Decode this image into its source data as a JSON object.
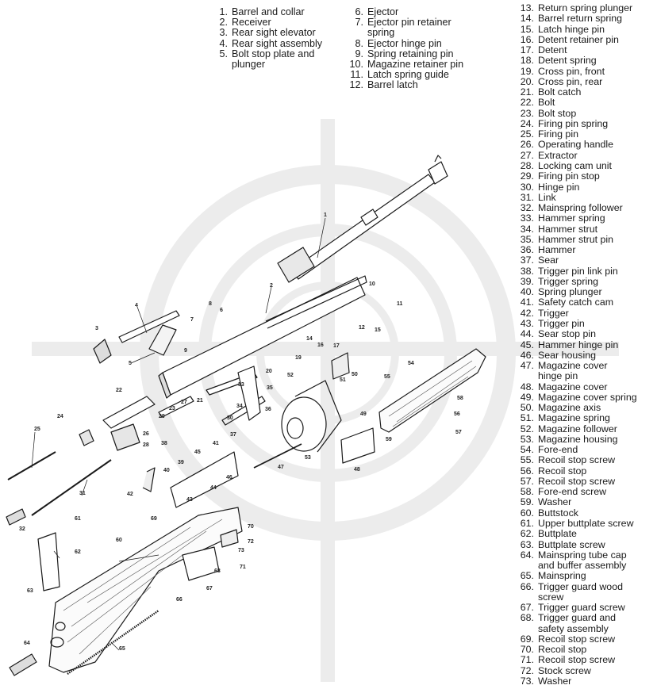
{
  "legend": {
    "col1": [
      {
        "n": "1.",
        "t": "Barrel and collar"
      },
      {
        "n": "2.",
        "t": "Receiver"
      },
      {
        "n": "3.",
        "t": "Rear sight elevator"
      },
      {
        "n": "4.",
        "t": "Rear sight assembly"
      },
      {
        "n": "5.",
        "t": "Bolt stop plate and\nplunger"
      }
    ],
    "col2": [
      {
        "n": "6.",
        "t": "Ejector"
      },
      {
        "n": "7.",
        "t": "Ejector pin retainer\nspring"
      },
      {
        "n": "8.",
        "t": "Ejector hinge pin"
      },
      {
        "n": "9.",
        "t": "Spring retaining pin"
      },
      {
        "n": "10.",
        "t": "Magazine retainer pin"
      },
      {
        "n": "11.",
        "t": "Latch spring guide"
      },
      {
        "n": "12.",
        "t": "Barrel latch"
      }
    ],
    "col3": [
      {
        "n": "13.",
        "t": "Return spring plunger"
      },
      {
        "n": "14.",
        "t": "Barrel return spring"
      },
      {
        "n": "15.",
        "t": "Latch hinge pin"
      },
      {
        "n": "16.",
        "t": "Detent retainer pin"
      },
      {
        "n": "17.",
        "t": "Detent"
      },
      {
        "n": "18.",
        "t": "Detent spring"
      },
      {
        "n": "19.",
        "t": "Cross pin, front"
      },
      {
        "n": "20.",
        "t": "Cross pin, rear"
      },
      {
        "n": "21.",
        "t": "Bolt catch"
      },
      {
        "n": "22.",
        "t": "Bolt"
      },
      {
        "n": "23.",
        "t": "Bolt stop"
      },
      {
        "n": "24.",
        "t": "Firing pin spring"
      },
      {
        "n": "25.",
        "t": "Firing pin"
      },
      {
        "n": "26.",
        "t": "Operating handle"
      },
      {
        "n": "27.",
        "t": "Extractor"
      },
      {
        "n": "28.",
        "t": "Locking cam unit"
      },
      {
        "n": "29.",
        "t": "Firing pin stop"
      },
      {
        "n": "30.",
        "t": "Hinge pin"
      },
      {
        "n": "31.",
        "t": "Link"
      },
      {
        "n": "32.",
        "t": "Mainspring follower"
      },
      {
        "n": "33.",
        "t": "Hammer spring"
      },
      {
        "n": "34.",
        "t": "Hammer strut"
      },
      {
        "n": "35.",
        "t": "Hammer strut pin"
      },
      {
        "n": "36.",
        "t": "Hammer"
      },
      {
        "n": "37.",
        "t": "Sear"
      },
      {
        "n": "38.",
        "t": "Trigger pin link pin"
      },
      {
        "n": "39.",
        "t": "Trigger spring"
      },
      {
        "n": "40.",
        "t": "Spring plunger"
      },
      {
        "n": "41.",
        "t": "Safety catch cam"
      },
      {
        "n": "42.",
        "t": "Trigger"
      },
      {
        "n": "43.",
        "t": "Trigger pin"
      },
      {
        "n": "44.",
        "t": "Sear stop pin"
      },
      {
        "n": "45.",
        "t": "Hammer hinge pin"
      },
      {
        "n": "46.",
        "t": "Sear housing"
      },
      {
        "n": "47.",
        "t": "Magazine cover\nhinge pin"
      },
      {
        "n": "48.",
        "t": "Magazine cover"
      },
      {
        "n": "49.",
        "t": "Magazine cover spring"
      },
      {
        "n": "50.",
        "t": "Magazine axis"
      },
      {
        "n": "51.",
        "t": "Magazine spring"
      },
      {
        "n": "52.",
        "t": "Magazine follower"
      },
      {
        "n": "53.",
        "t": "Magazine housing"
      },
      {
        "n": "54.",
        "t": "Fore-end"
      },
      {
        "n": "55.",
        "t": "Recoil stop screw"
      },
      {
        "n": "56.",
        "t": "Recoil stop"
      },
      {
        "n": "57.",
        "t": "Recoil stop screw"
      },
      {
        "n": "58.",
        "t": "Fore-end screw"
      },
      {
        "n": "59.",
        "t": "Washer"
      },
      {
        "n": "60.",
        "t": "Buttstock"
      },
      {
        "n": "61.",
        "t": "Upper buttplate screw"
      },
      {
        "n": "62.",
        "t": "Buttplate"
      },
      {
        "n": "63.",
        "t": "Buttplate screw"
      },
      {
        "n": "64.",
        "t": "Mainspring tube cap\nand buffer assembly"
      },
      {
        "n": "65.",
        "t": "Mainspring"
      },
      {
        "n": "66.",
        "t": "Trigger guard wood\nscrew"
      },
      {
        "n": "67.",
        "t": "Trigger guard screw"
      },
      {
        "n": "68.",
        "t": "Trigger guard and\nsafety assembly"
      },
      {
        "n": "69.",
        "t": "Recoil stop screw"
      },
      {
        "n": "70.",
        "t": "Recoil stop"
      },
      {
        "n": "71.",
        "t": "Recoil stop screw"
      },
      {
        "n": "72.",
        "t": "Stock screw"
      },
      {
        "n": "73.",
        "t": "Washer"
      }
    ]
  },
  "callouts": [
    "1",
    "2",
    "3",
    "4",
    "5",
    "6",
    "7",
    "8",
    "9",
    "10",
    "11",
    "12",
    "14",
    "15",
    "16",
    "17",
    "19",
    "20",
    "21",
    "22",
    "23",
    "24",
    "25",
    "26",
    "27",
    "28",
    "29",
    "30",
    "31",
    "32",
    "33",
    "34",
    "35",
    "36",
    "37",
    "38",
    "39",
    "40",
    "41",
    "42",
    "43",
    "44",
    "45",
    "46",
    "47",
    "48",
    "49",
    "50",
    "51",
    "52",
    "53",
    "54",
    "55",
    "56",
    "57",
    "58",
    "59",
    "60",
    "61",
    "62",
    "63",
    "64",
    "65",
    "66",
    "67",
    "68",
    "69",
    "70",
    "71",
    "72",
    "73"
  ],
  "colors": {
    "ink": "#1a1a1a",
    "watermark": "#ececec",
    "wood_grain": "#555555"
  }
}
